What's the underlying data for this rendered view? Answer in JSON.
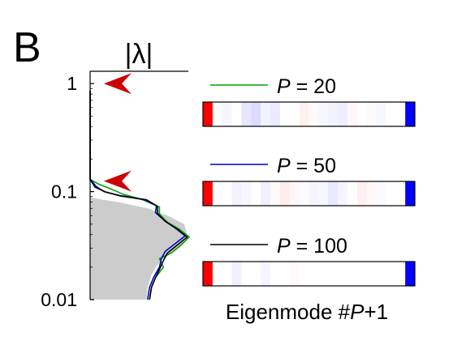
{
  "panel_label": "B",
  "chart_data": [
    {
      "type": "line",
      "title": "|λ|",
      "orientation": "vertical-density",
      "yscale": "log",
      "ylim": [
        0.01,
        1.3
      ],
      "y_ticks": [
        1,
        0.1,
        0.01
      ],
      "y_tick_labels": [
        "1",
        "0.1",
        "0.01"
      ],
      "x_ticks": [],
      "background_distribution": {
        "name": "",
        "color": "#cccccc",
        "points": [
          {
            "y": 0.088,
            "w": 0.0
          },
          {
            "y": 0.08,
            "w": 0.28
          },
          {
            "y": 0.07,
            "w": 0.58
          },
          {
            "y": 0.06,
            "w": 0.78
          },
          {
            "y": 0.05,
            "w": 0.95
          },
          {
            "y": 0.04,
            "w": 0.98
          },
          {
            "y": 0.032,
            "w": 0.92
          },
          {
            "y": 0.026,
            "w": 0.78
          },
          {
            "y": 0.021,
            "w": 0.68
          },
          {
            "y": 0.017,
            "w": 0.62
          },
          {
            "y": 0.013,
            "w": 0.58
          },
          {
            "y": 0.01,
            "w": 0.57
          }
        ]
      },
      "series": [
        {
          "color": "#00a000",
          "points": [
            {
              "y": 0.86,
              "w": 0.0
            },
            {
              "y": 0.13,
              "w": 0.0
            },
            {
              "y": 0.118,
              "w": 0.08
            },
            {
              "y": 0.105,
              "w": 0.22
            },
            {
              "y": 0.094,
              "w": 0.34
            },
            {
              "y": 0.085,
              "w": 0.52
            },
            {
              "y": 0.072,
              "w": 0.7
            },
            {
              "y": 0.062,
              "w": 0.7
            },
            {
              "y": 0.052,
              "w": 0.78
            },
            {
              "y": 0.045,
              "w": 0.9
            },
            {
              "y": 0.038,
              "w": 1.0
            },
            {
              "y": 0.032,
              "w": 0.92
            },
            {
              "y": 0.027,
              "w": 0.82
            },
            {
              "y": 0.024,
              "w": 0.7
            },
            {
              "y": 0.02,
              "w": 0.74
            },
            {
              "y": 0.016,
              "w": 0.66
            },
            {
              "y": 0.013,
              "w": 0.62
            },
            {
              "y": 0.01,
              "w": 0.6
            }
          ]
        },
        {
          "color": "#0000cc",
          "points": [
            {
              "y": 0.86,
              "w": 0.0
            },
            {
              "y": 0.13,
              "w": 0.0
            },
            {
              "y": 0.112,
              "w": 0.06
            },
            {
              "y": 0.1,
              "w": 0.14
            },
            {
              "y": 0.092,
              "w": 0.3
            },
            {
              "y": 0.084,
              "w": 0.55
            },
            {
              "y": 0.074,
              "w": 0.67
            },
            {
              "y": 0.064,
              "w": 0.66
            },
            {
              "y": 0.054,
              "w": 0.75
            },
            {
              "y": 0.046,
              "w": 0.86
            },
            {
              "y": 0.039,
              "w": 0.96
            },
            {
              "y": 0.033,
              "w": 0.86
            },
            {
              "y": 0.028,
              "w": 0.76
            },
            {
              "y": 0.024,
              "w": 0.72
            },
            {
              "y": 0.02,
              "w": 0.7
            },
            {
              "y": 0.016,
              "w": 0.64
            },
            {
              "y": 0.013,
              "w": 0.6
            },
            {
              "y": 0.01,
              "w": 0.58
            }
          ]
        },
        {
          "color": "#000000",
          "points": [
            {
              "y": 0.86,
              "w": 0.0
            },
            {
              "y": 0.13,
              "w": 0.0
            },
            {
              "y": 0.11,
              "w": 0.05
            },
            {
              "y": 0.099,
              "w": 0.16
            },
            {
              "y": 0.091,
              "w": 0.31
            },
            {
              "y": 0.084,
              "w": 0.57
            },
            {
              "y": 0.073,
              "w": 0.68
            },
            {
              "y": 0.063,
              "w": 0.68
            },
            {
              "y": 0.053,
              "w": 0.76
            },
            {
              "y": 0.045,
              "w": 0.88
            },
            {
              "y": 0.038,
              "w": 0.98
            },
            {
              "y": 0.032,
              "w": 0.88
            },
            {
              "y": 0.027,
              "w": 0.78
            },
            {
              "y": 0.023,
              "w": 0.74
            },
            {
              "y": 0.019,
              "w": 0.7
            },
            {
              "y": 0.016,
              "w": 0.66
            },
            {
              "y": 0.013,
              "w": 0.62
            },
            {
              "y": 0.01,
              "w": 0.6
            }
          ]
        }
      ],
      "markers": [
        {
          "y": 1.0,
          "color": "#cc0000",
          "shape": "arrowhead-left"
        },
        {
          "y": 0.125,
          "color": "#cc0000",
          "shape": "arrowhead-left"
        }
      ]
    },
    {
      "type": "heatmap",
      "xlabel_prefix": "Eigenmode #",
      "xlabel_var": "P",
      "xlabel_suffix": "+1",
      "colormap": "blue-white-red",
      "value_range": [
        -1,
        1
      ],
      "rows": [
        {
          "legend_var": "P",
          "legend_value": "= 20",
          "line_color": "#00a000",
          "values": [
            1.0,
            0.0,
            -0.04,
            0.0,
            -0.1,
            -0.14,
            -0.05,
            -0.08,
            0.0,
            0.0,
            0.06,
            0.02,
            -0.03,
            -0.05,
            -0.07,
            0.03,
            0.0,
            0.02,
            -0.03,
            0.0,
            0.0,
            -1.0
          ]
        },
        {
          "legend_var": "P",
          "legend_value": "= 50",
          "line_color": "#0000cc",
          "values": [
            1.0,
            0.0,
            0.0,
            -0.05,
            -0.03,
            0.0,
            -0.06,
            0.02,
            0.07,
            0.03,
            -0.02,
            -0.04,
            -0.03,
            -0.09,
            -0.04,
            0.0,
            0.06,
            0.03,
            -0.02,
            0.0,
            0.0,
            -1.0
          ]
        },
        {
          "legend_var": "P",
          "legend_value": "= 100",
          "line_color": "#000000",
          "values": [
            1.0,
            0.0,
            0.0,
            -0.06,
            0.0,
            0.0,
            -0.04,
            0.0,
            0.0,
            0.02,
            0.0,
            0.0,
            0.0,
            0.0,
            0.0,
            0.0,
            0.0,
            0.0,
            0.0,
            0.0,
            0.0,
            -1.0
          ]
        }
      ]
    }
  ]
}
